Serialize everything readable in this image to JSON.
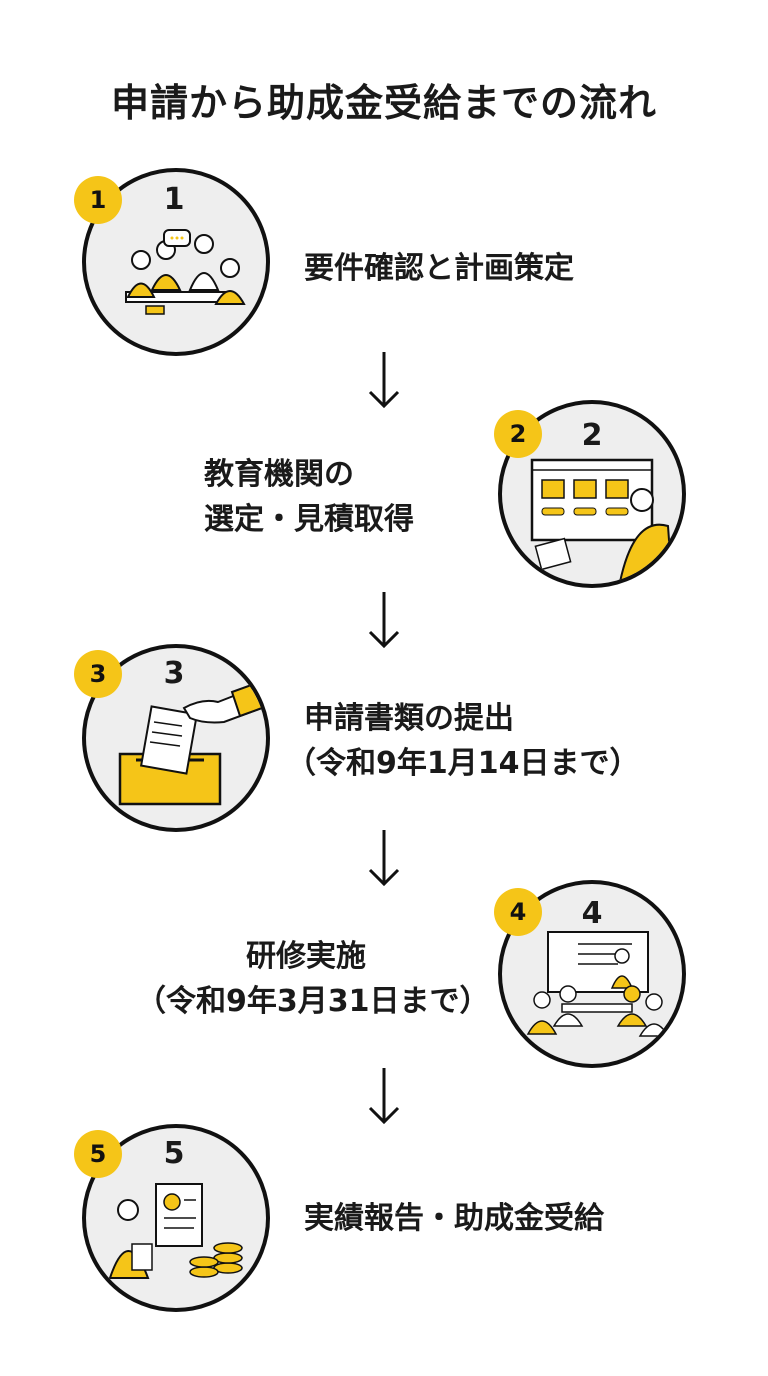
{
  "title": "申請から助成金受給までの流れ",
  "colors": {
    "accent": "#f5c518",
    "circle_bg": "#eeeeee",
    "outline": "#111111"
  },
  "steps": [
    {
      "badge": "1",
      "number": "1",
      "lines": [
        "要件確認と計画策定"
      ]
    },
    {
      "badge": "2",
      "number": "2",
      "lines": [
        "教育機関の",
        "選定・見積取得"
      ]
    },
    {
      "badge": "3",
      "number": "3",
      "lines": [
        "申請書類の提出",
        "（令和9年1月14日まで）"
      ]
    },
    {
      "badge": "4",
      "number": "4",
      "lines": [
        "研修実施",
        "（令和9年3月31日まで）"
      ]
    },
    {
      "badge": "5",
      "number": "5",
      "lines": [
        "実績報告・助成金受給"
      ]
    }
  ],
  "icons": [
    "meeting-illustration-icon",
    "computer-selection-icon",
    "document-submission-icon",
    "training-seminar-icon",
    "report-coins-icon"
  ]
}
